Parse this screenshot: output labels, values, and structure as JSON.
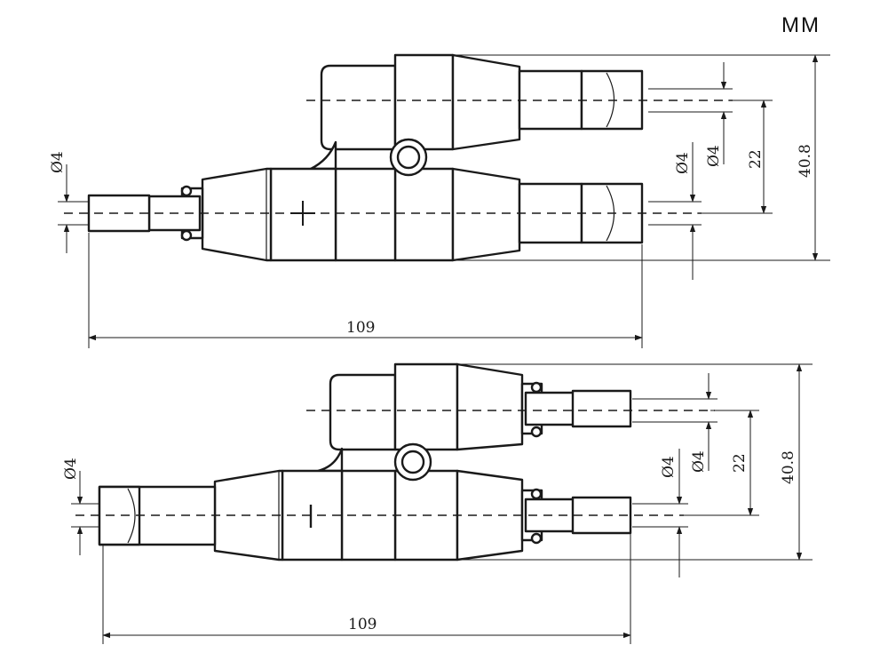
{
  "unit_label": "MM",
  "top_view": {
    "length": "109",
    "height": "40.8",
    "pitch": "22",
    "dia_left": "Ø4",
    "dia_right_a": "Ø4",
    "dia_right_b": "Ø4"
  },
  "bottom_view": {
    "length": "109",
    "height": "40.8",
    "pitch": "22",
    "dia_left": "Ø4",
    "dia_right_a": "Ø4",
    "dia_right_b": "Ø4"
  }
}
